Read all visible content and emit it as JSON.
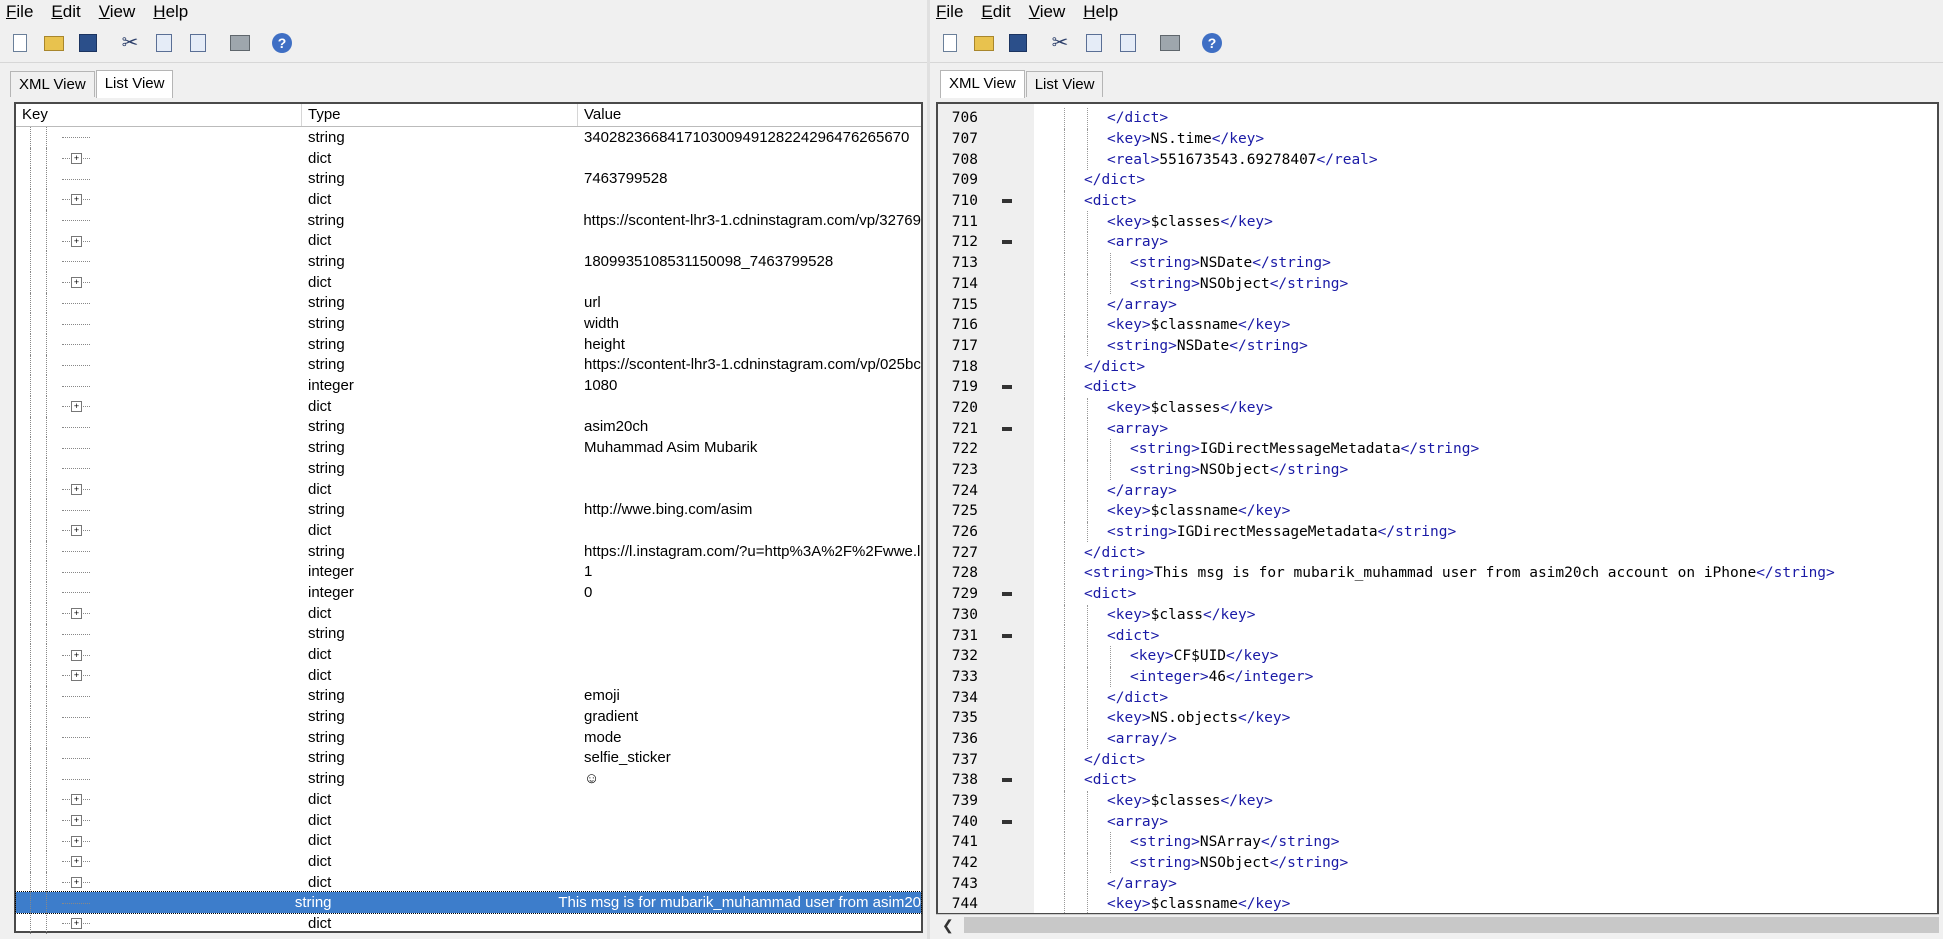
{
  "left_window": {
    "menu": [
      "File",
      "Edit",
      "View",
      "Help"
    ],
    "tabs": [
      {
        "label": "XML View",
        "active": false
      },
      {
        "label": "List View",
        "active": true
      }
    ],
    "columns": {
      "key": "Key",
      "type": "Type",
      "value": "Value"
    },
    "rows": [
      {
        "type": "string",
        "value": "340282366841710300949128224296476265670",
        "expand": false
      },
      {
        "type": "dict",
        "value": "",
        "expand": true
      },
      {
        "type": "string",
        "value": "7463799528",
        "expand": false
      },
      {
        "type": "dict",
        "value": "",
        "expand": true
      },
      {
        "type": "string",
        "value": "https://scontent-lhr3-1.cdninstagram.com/vp/32769",
        "expand": false
      },
      {
        "type": "dict",
        "value": "",
        "expand": true
      },
      {
        "type": "string",
        "value": "1809935108531150098_7463799528",
        "expand": false
      },
      {
        "type": "dict",
        "value": "",
        "expand": true
      },
      {
        "type": "string",
        "value": "url",
        "expand": false
      },
      {
        "type": "string",
        "value": "width",
        "expand": false
      },
      {
        "type": "string",
        "value": "height",
        "expand": false
      },
      {
        "type": "string",
        "value": "https://scontent-lhr3-1.cdninstagram.com/vp/025bc",
        "expand": false
      },
      {
        "type": "integer",
        "value": "1080",
        "expand": false
      },
      {
        "type": "dict",
        "value": "",
        "expand": true
      },
      {
        "type": "string",
        "value": "asim20ch",
        "expand": false
      },
      {
        "type": "string",
        "value": "Muhammad Asim Mubarik",
        "expand": false
      },
      {
        "type": "string",
        "value": "",
        "expand": false
      },
      {
        "type": "dict",
        "value": "",
        "expand": true
      },
      {
        "type": "string",
        "value": "http://wwe.bing.com/asim",
        "expand": false
      },
      {
        "type": "dict",
        "value": "",
        "expand": true
      },
      {
        "type": "string",
        "value": "https://l.instagram.com/?u=http%3A%2F%2Fwwe.l",
        "expand": false
      },
      {
        "type": "integer",
        "value": "1",
        "expand": false
      },
      {
        "type": "integer",
        "value": "0",
        "expand": false
      },
      {
        "type": "dict",
        "value": "",
        "expand": true
      },
      {
        "type": "string",
        "value": "",
        "expand": false
      },
      {
        "type": "dict",
        "value": "",
        "expand": true
      },
      {
        "type": "dict",
        "value": "",
        "expand": true
      },
      {
        "type": "string",
        "value": "emoji",
        "expand": false
      },
      {
        "type": "string",
        "value": "gradient",
        "expand": false
      },
      {
        "type": "string",
        "value": "mode",
        "expand": false
      },
      {
        "type": "string",
        "value": "selfie_sticker",
        "expand": false
      },
      {
        "type": "string",
        "value": "☺",
        "expand": false
      },
      {
        "type": "dict",
        "value": "",
        "expand": true
      },
      {
        "type": "dict",
        "value": "",
        "expand": true
      },
      {
        "type": "dict",
        "value": "",
        "expand": true
      },
      {
        "type": "dict",
        "value": "",
        "expand": true
      },
      {
        "type": "dict",
        "value": "",
        "expand": true
      },
      {
        "type": "string",
        "value": "This msg is for mubarik_muhammad user from asim20",
        "expand": false,
        "selected": true
      },
      {
        "type": "dict",
        "value": "",
        "expand": true
      }
    ]
  },
  "right_window": {
    "menu": [
      "File",
      "Edit",
      "View",
      "Help"
    ],
    "tabs": [
      {
        "label": "XML View",
        "active": true
      },
      {
        "label": "List View",
        "active": false
      }
    ],
    "lines": [
      {
        "n": "706",
        "indent": 1,
        "fold": false,
        "text": "</dict>"
      },
      {
        "n": "707",
        "indent": 1,
        "fold": false,
        "text": "<key>NS.time</key>"
      },
      {
        "n": "708",
        "indent": 1,
        "fold": false,
        "text": "<real>551673543.69278407</real>"
      },
      {
        "n": "709",
        "indent": 0,
        "fold": false,
        "text": "</dict>"
      },
      {
        "n": "710",
        "indent": 0,
        "fold": true,
        "text": "<dict>"
      },
      {
        "n": "711",
        "indent": 1,
        "fold": false,
        "text": "<key>$classes</key>"
      },
      {
        "n": "712",
        "indent": 1,
        "fold": true,
        "text": "<array>"
      },
      {
        "n": "713",
        "indent": 2,
        "fold": false,
        "text": "<string>NSDate</string>"
      },
      {
        "n": "714",
        "indent": 2,
        "fold": false,
        "text": "<string>NSObject</string>"
      },
      {
        "n": "715",
        "indent": 1,
        "fold": false,
        "text": "</array>"
      },
      {
        "n": "716",
        "indent": 1,
        "fold": false,
        "text": "<key>$classname</key>"
      },
      {
        "n": "717",
        "indent": 1,
        "fold": false,
        "text": "<string>NSDate</string>"
      },
      {
        "n": "718",
        "indent": 0,
        "fold": false,
        "text": "</dict>"
      },
      {
        "n": "719",
        "indent": 0,
        "fold": true,
        "text": "<dict>"
      },
      {
        "n": "720",
        "indent": 1,
        "fold": false,
        "text": "<key>$classes</key>"
      },
      {
        "n": "721",
        "indent": 1,
        "fold": true,
        "text": "<array>"
      },
      {
        "n": "722",
        "indent": 2,
        "fold": false,
        "text": "<string>IGDirectMessageMetadata</string>"
      },
      {
        "n": "723",
        "indent": 2,
        "fold": false,
        "text": "<string>NSObject</string>"
      },
      {
        "n": "724",
        "indent": 1,
        "fold": false,
        "text": "</array>"
      },
      {
        "n": "725",
        "indent": 1,
        "fold": false,
        "text": "<key>$classname</key>"
      },
      {
        "n": "726",
        "indent": 1,
        "fold": false,
        "text": "<string>IGDirectMessageMetadata</string>"
      },
      {
        "n": "727",
        "indent": 0,
        "fold": false,
        "text": "</dict>"
      },
      {
        "n": "728",
        "indent": 0,
        "fold": false,
        "text": "<string>This msg is for mubarik_muhammad user from asim20ch account on iPhone</string>"
      },
      {
        "n": "729",
        "indent": 0,
        "fold": true,
        "text": "<dict>"
      },
      {
        "n": "730",
        "indent": 1,
        "fold": false,
        "text": "<key>$class</key>"
      },
      {
        "n": "731",
        "indent": 1,
        "fold": true,
        "text": "<dict>"
      },
      {
        "n": "732",
        "indent": 2,
        "fold": false,
        "text": "<key>CF$UID</key>"
      },
      {
        "n": "733",
        "indent": 2,
        "fold": false,
        "text": "<integer>46</integer>"
      },
      {
        "n": "734",
        "indent": 1,
        "fold": false,
        "text": "</dict>"
      },
      {
        "n": "735",
        "indent": 1,
        "fold": false,
        "text": "<key>NS.objects</key>"
      },
      {
        "n": "736",
        "indent": 1,
        "fold": false,
        "text": "<array/>"
      },
      {
        "n": "737",
        "indent": 0,
        "fold": false,
        "text": "</dict>"
      },
      {
        "n": "738",
        "indent": 0,
        "fold": true,
        "text": "<dict>"
      },
      {
        "n": "739",
        "indent": 1,
        "fold": false,
        "text": "<key>$classes</key>"
      },
      {
        "n": "740",
        "indent": 1,
        "fold": true,
        "text": "<array>"
      },
      {
        "n": "741",
        "indent": 2,
        "fold": false,
        "text": "<string>NSArray</string>"
      },
      {
        "n": "742",
        "indent": 2,
        "fold": false,
        "text": "<string>NSObject</string>"
      },
      {
        "n": "743",
        "indent": 1,
        "fold": false,
        "text": "</array>"
      },
      {
        "n": "744",
        "indent": 1,
        "fold": false,
        "text": "<key>$classname</key>"
      }
    ]
  },
  "toolbar_icons": [
    "new-file-icon",
    "open-folder-icon",
    "save-icon",
    "cut-icon",
    "copy-icon",
    "paste-icon",
    "print-icon",
    "help-icon"
  ],
  "colors": {
    "selection": "#3d7dcb",
    "tag": "#1a1aa6"
  }
}
